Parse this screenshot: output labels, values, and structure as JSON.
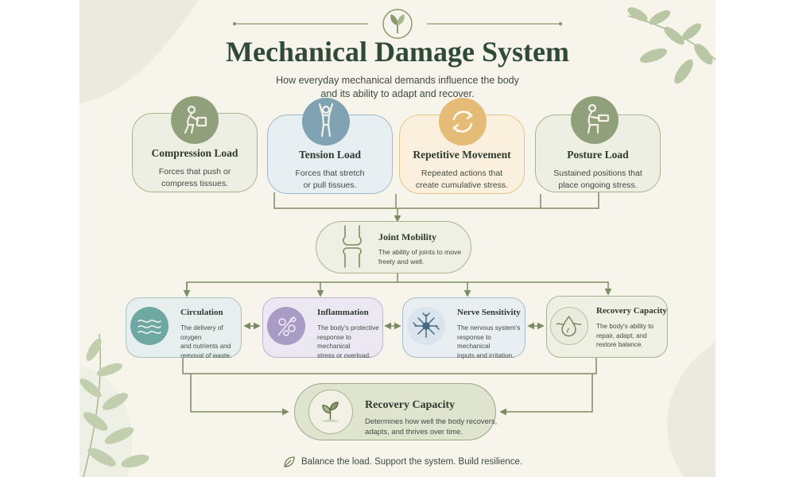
{
  "title": "Mechanical Damage System",
  "subtitle_line1": "How everyday mechanical demands influence the body",
  "subtitle_line2": "and its ability to adapt and recover.",
  "loads": [
    {
      "title": "Compression Load",
      "desc1": "Forces that push or",
      "desc2": "compress tissues.",
      "icon": "person-lifting-box-icon"
    },
    {
      "title": "Tension Load",
      "desc1": "Forces that stretch",
      "desc2": "or pull tissues.",
      "icon": "person-stretching-icon"
    },
    {
      "title": "Repetitive Movement",
      "desc1": "Repeated actions that",
      "desc2": "create cumulative stress.",
      "icon": "cycle-arrows-icon"
    },
    {
      "title": "Posture Load",
      "desc1": "Sustained positions that",
      "desc2": "place ongoing stress.",
      "icon": "seated-person-icon"
    }
  ],
  "joint": {
    "title": "Joint Mobility",
    "desc1": "The ability of joints to move",
    "desc2": "freely and well.",
    "icon": "knee-joint-icon"
  },
  "systems": [
    {
      "title": "Circulation",
      "desc1": "The delivery of oxygen",
      "desc2": "and nutrients and",
      "desc3": "removal of waste.",
      "icon": "flow-waves-icon"
    },
    {
      "title": "Inflammation",
      "desc1": "The body's protective",
      "desc2": "response to mechanical",
      "desc3": "stress or overload.",
      "icon": "inflammation-cells-icon"
    },
    {
      "title": "Nerve Sensitivity",
      "desc1": "The nervous system's",
      "desc2": "response to mechanical",
      "desc3": "inputs and irritation.",
      "icon": "neuron-icon"
    },
    {
      "title": "Recovery Capacity",
      "desc1": "The body's ability to",
      "desc2": "repair, adapt, and",
      "desc3": "restore balance.",
      "icon": "water-drop-icon"
    }
  ],
  "outcome": {
    "title": "Recovery Capacity",
    "desc1": "Determines how well the body recovers,",
    "desc2": "adapts, and thrives over time.",
    "icon": "sprout-icon"
  },
  "footer": "Balance the load. Support the system. Build resilience.",
  "colors": {
    "green": "#8fa07a",
    "blue": "#7fa3b3",
    "orange": "#e5bb78",
    "teal": "#6fa7a3",
    "lavender": "#a89bc4",
    "slate": "#7f9fb3",
    "line": "#7b8c62",
    "title": "#2f4a36"
  }
}
